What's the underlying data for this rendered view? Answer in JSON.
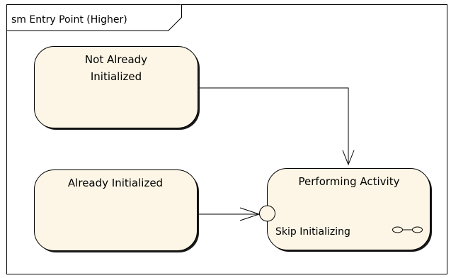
{
  "frame": {
    "title": "sm Entry Point (Higher)"
  },
  "states": {
    "not_already_initialized": {
      "line1": "Not Already",
      "line2": "Initialized"
    },
    "already_initialized": {
      "label": "Already Initialized"
    },
    "performing_activity": {
      "label": "Performing Activity",
      "entry_point_label": "Skip Initializing"
    }
  },
  "colors": {
    "state_fill": "#fdf6e6",
    "stroke": "#000000",
    "background": "#ffffff"
  },
  "icons": {
    "composite_state": "composite-state-icon"
  }
}
